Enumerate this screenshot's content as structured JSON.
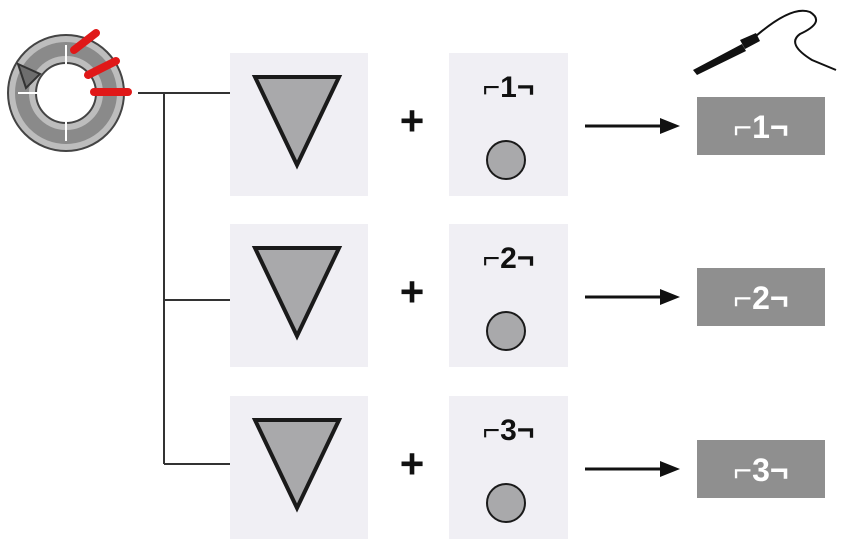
{
  "rows": [
    {
      "plus": "+",
      "memory_label": "⌐1¬",
      "result_label": "⌐1¬"
    },
    {
      "plus": "+",
      "memory_label": "⌐2¬",
      "result_label": "⌐2¬"
    },
    {
      "plus": "+",
      "memory_label": "⌐3¬",
      "result_label": "⌐3¬"
    }
  ],
  "icons": {
    "cycle": "rotation-cycle-icon",
    "probe": "pen-probe-icon",
    "arrow_down": "triangle-down-icon",
    "slot": "memory-slot-icon"
  },
  "colors": {
    "panel": "#f0eff4",
    "triangle": "#a9a9ab",
    "result": "#8f8f8f",
    "tick": "#e01818"
  }
}
